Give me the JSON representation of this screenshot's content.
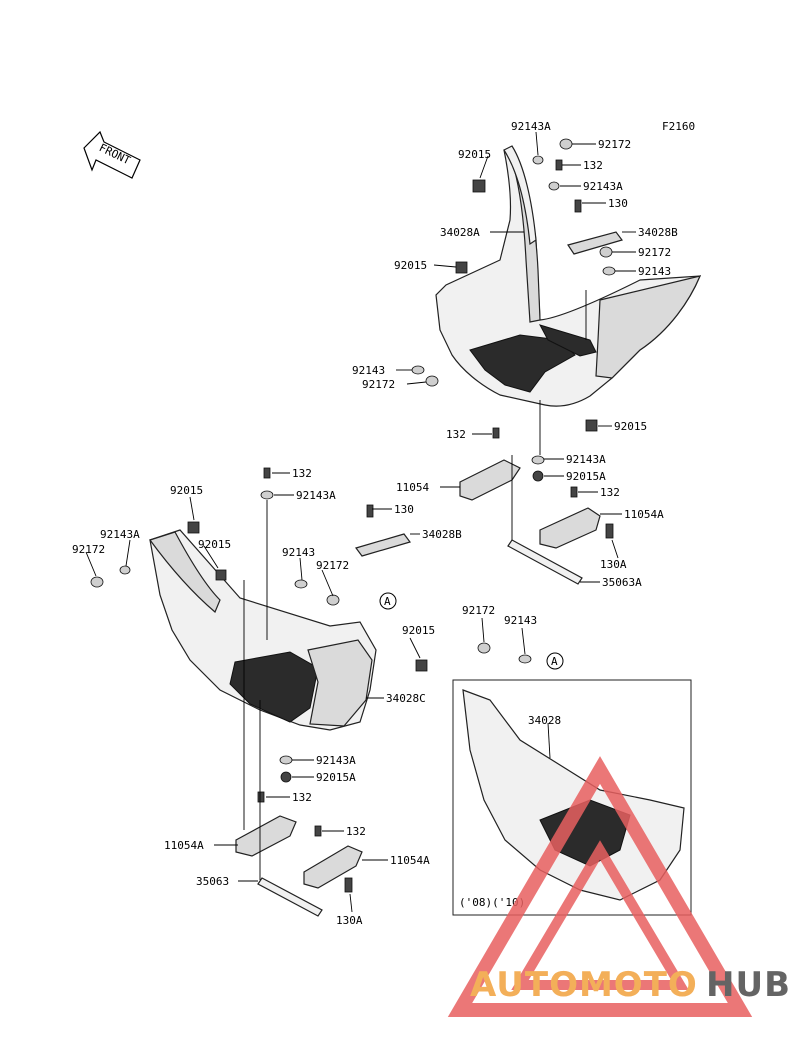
{
  "figure_code": "F2160",
  "front_arrow": "FRONT",
  "variant_note": "('08)('10)",
  "circle_ref": "A",
  "watermark": {
    "part_a": "AUTOMOTO",
    "part_b": "HUB",
    "accent": "#f2a23d",
    "dark": "#4a4a4a",
    "triangle": "#e86060"
  },
  "callouts": [
    "92143A",
    "92172",
    "92015",
    "132",
    "92143A",
    "130",
    "34028A",
    "34028B",
    "92172",
    "92015",
    "92143",
    "92143",
    "92172",
    "92015",
    "132",
    "92143A",
    "92015A",
    "11054",
    "132",
    "11054A",
    "130A",
    "35063A",
    "92015",
    "132",
    "92143A",
    "130",
    "34028B",
    "92143A",
    "92172",
    "92015",
    "92143",
    "92172",
    "92015",
    "92172",
    "92143",
    "34028C",
    "92143A",
    "92015A",
    "132",
    "11054A",
    "132",
    "11054A",
    "35063",
    "130A",
    "34028"
  ]
}
